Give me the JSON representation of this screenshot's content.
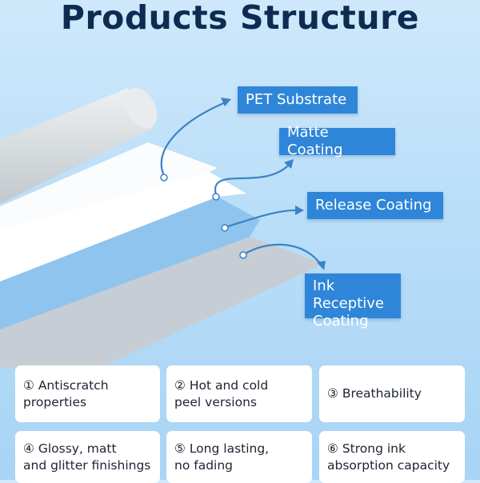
{
  "title": "Products Structure",
  "layers": {
    "pet": "PET Substrate",
    "matte": "Matte Coating",
    "release": "Release Coating",
    "ink": "Ink Receptive\nCoating"
  },
  "features": [
    "① Antiscratch\nproperties",
    "② Hot and cold\npeel versions",
    "③ Breathability",
    "④ Glossy, matt\nand glitter finishings",
    "⑤ Long lasting,\nno fading",
    "⑥ Strong ink\nabsorption capacity"
  ],
  "colors": {
    "title": "#0e2c52",
    "label_bg": "#2f86d8",
    "arrow": "#3b82c8",
    "layer_blue": "#8fc4ee",
    "layer_gray": "#c6cdd4"
  }
}
